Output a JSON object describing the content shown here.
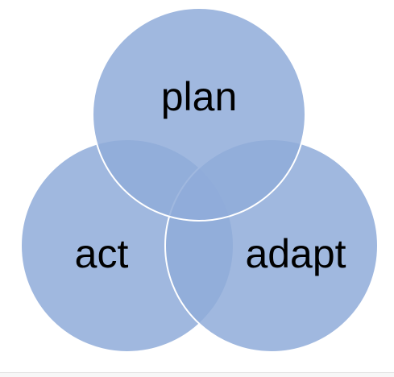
{
  "diagram": {
    "type": "venn",
    "sets": [
      {
        "id": "plan",
        "label": "plan"
      },
      {
        "id": "act",
        "label": "act"
      },
      {
        "id": "adapt",
        "label": "adapt"
      }
    ]
  },
  "colors": {
    "circle_fill": "#8fabd9",
    "circle_stroke": "#ffffff",
    "background": "#ffffff"
  }
}
